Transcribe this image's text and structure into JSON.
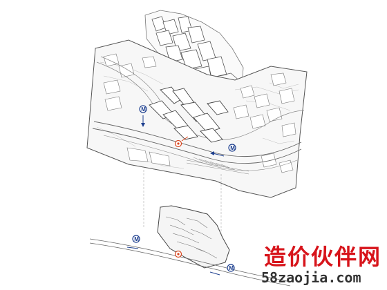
{
  "watermark": {
    "site_name": "造价伙伴网",
    "site_url": "58zaojia.com"
  },
  "markers": {
    "metro_label": "M"
  },
  "colors": {
    "line": "#555555",
    "light_line": "#9a9a9a",
    "metro_blue": "#1d3f8f",
    "flow_red": "#d9461e",
    "watermark_red": "#d7141b"
  }
}
